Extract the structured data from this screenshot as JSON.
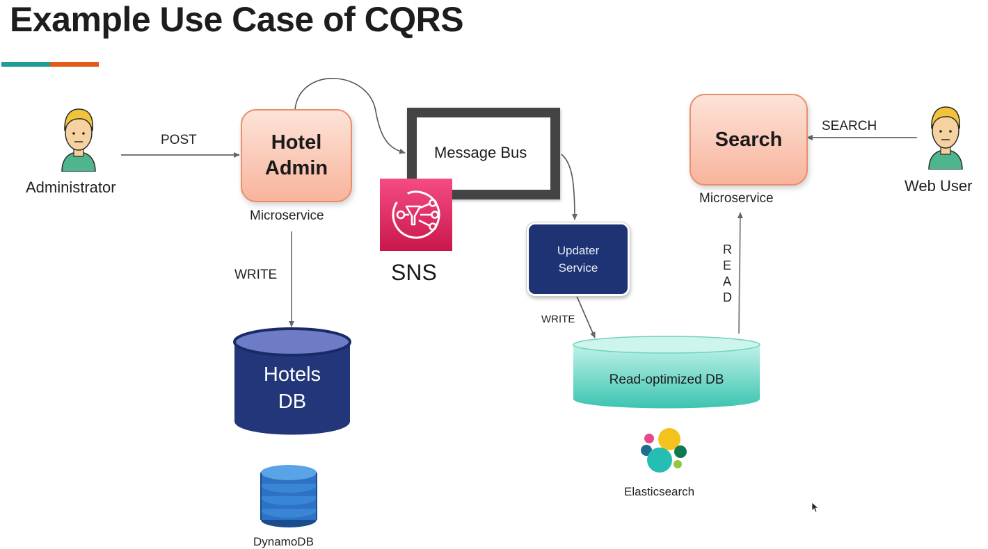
{
  "slide": {
    "title": "Example Use Case of CQRS",
    "accent_colors": [
      "#1f9c94",
      "#e35a1c"
    ]
  },
  "actors": {
    "administrator": "Administrator",
    "web_user": "Web User"
  },
  "hotel_admin": {
    "line1": "Hotel",
    "line2": "Admin",
    "caption": "Microservice"
  },
  "search": {
    "label": "Search",
    "caption": "Microservice"
  },
  "message_bus": {
    "label": "Message Bus",
    "sns_label": "SNS"
  },
  "updater": {
    "line1": "Updater",
    "line2": "Service"
  },
  "hotels_db": {
    "line1": "Hotels",
    "line2": "DB",
    "caption": "DynamoDB"
  },
  "read_db": {
    "label": "Read-optimized DB",
    "caption": "Elasticsearch"
  },
  "edges": {
    "post": "POST",
    "search": "SEARCH",
    "write_admin": "WRITE",
    "write_updater": "WRITE",
    "read": "READ"
  }
}
